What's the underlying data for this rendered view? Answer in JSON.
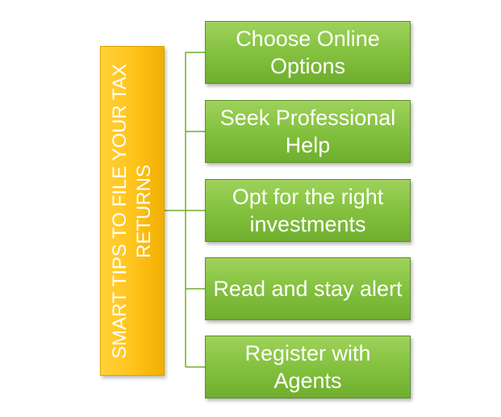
{
  "root": {
    "label": "SMART TIPS TO FILE YOUR TAX RETURNS",
    "color": "#ffc21a"
  },
  "items": [
    {
      "label": "Choose Online Options"
    },
    {
      "label": "Seek Professional Help"
    },
    {
      "label": "Opt for the right investments"
    },
    {
      "label": "Read and stay alert"
    },
    {
      "label": "Register with Agents"
    }
  ],
  "colors": {
    "node_fill": "#86c341",
    "node_border": "#5e8f2b",
    "connector": "#6fae2e",
    "text": "#ffffff"
  }
}
